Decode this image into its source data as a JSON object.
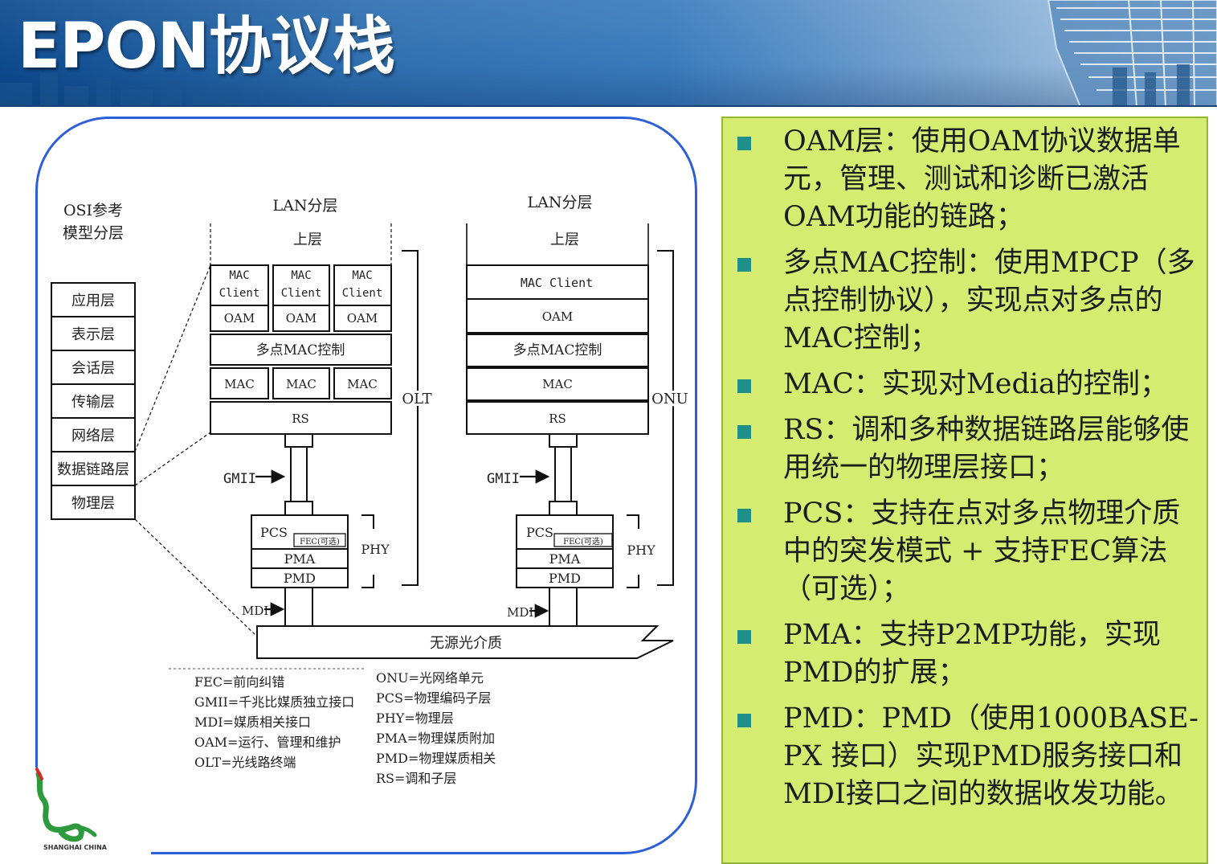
{
  "header": {
    "title": "EPON协议栈"
  },
  "diagram": {
    "osi": {
      "heading_line1": "OSI参考",
      "heading_line2": "模型分层",
      "layers": [
        "应用层",
        "表示层",
        "会话层",
        "传输层",
        "网络层",
        "数据链路层",
        "物理层"
      ]
    },
    "olt": {
      "lan_label": "LAN分层",
      "upper_label": "上层",
      "mac_client_l1": "MAC",
      "mac_client_l2": "Client",
      "oam": "OAM",
      "mpcp": "多点MAC控制",
      "mac": "MAC",
      "rs": "RS",
      "side_label": "OLT"
    },
    "onu": {
      "lan_label": "LAN分层",
      "upper_label": "上层",
      "mac_client": "MAC Client",
      "oam": "OAM",
      "mpcp": "多点MAC控制",
      "mac": "MAC",
      "rs": "RS",
      "side_label": "ONU"
    },
    "phy": {
      "gmii": "GMII",
      "pcs": "PCS",
      "fec": "FEC(可选)",
      "pma": "PMA",
      "pmd": "PMD",
      "phy_label": "PHY",
      "mdi": "MDI"
    },
    "medium": "无源光介质",
    "legend_left": [
      "FEC=前向纠错",
      "GMII=千兆比媒质独立接口",
      "MDI=媒质相关接口",
      "OAM=运行、管理和维护",
      "OLT=光线路终端"
    ],
    "legend_right": [
      "ONU=光网络单元",
      "PCS=物理编码子层",
      "PHY=物理层",
      "PMA=物理媒质附加",
      "PMD=物理媒质相关",
      "RS=调和子层"
    ]
  },
  "logo": {
    "text_line1": "SHANGHAI CHINA"
  },
  "bullets": [
    "OAM层：使用OAM协议数据单元，管理、测试和诊断已激活OAM功能的链路；",
    "多点MAC控制：使用MPCP（多点控制协议），实现点对多点的MAC控制；",
    "MAC：实现对Media的控制；",
    "RS：调和多种数据链路层能够使用统一的物理层接口；",
    "PCS：支持在点对多点物理介质中的突发模式 + 支持FEC算法（可选）；",
    "PMA：支持P2MP功能，实现PMD的扩展；",
    "PMD：PMD（使用1000BASE-PX 接口）实现PMD服务接口和MDI接口之间的数据收发功能。"
  ],
  "colors": {
    "banner": "#2f6fb0",
    "card_border": "#2f5fd6",
    "panel_bg": "#d6ec70",
    "bullet_mark": "#1f8f8a"
  }
}
